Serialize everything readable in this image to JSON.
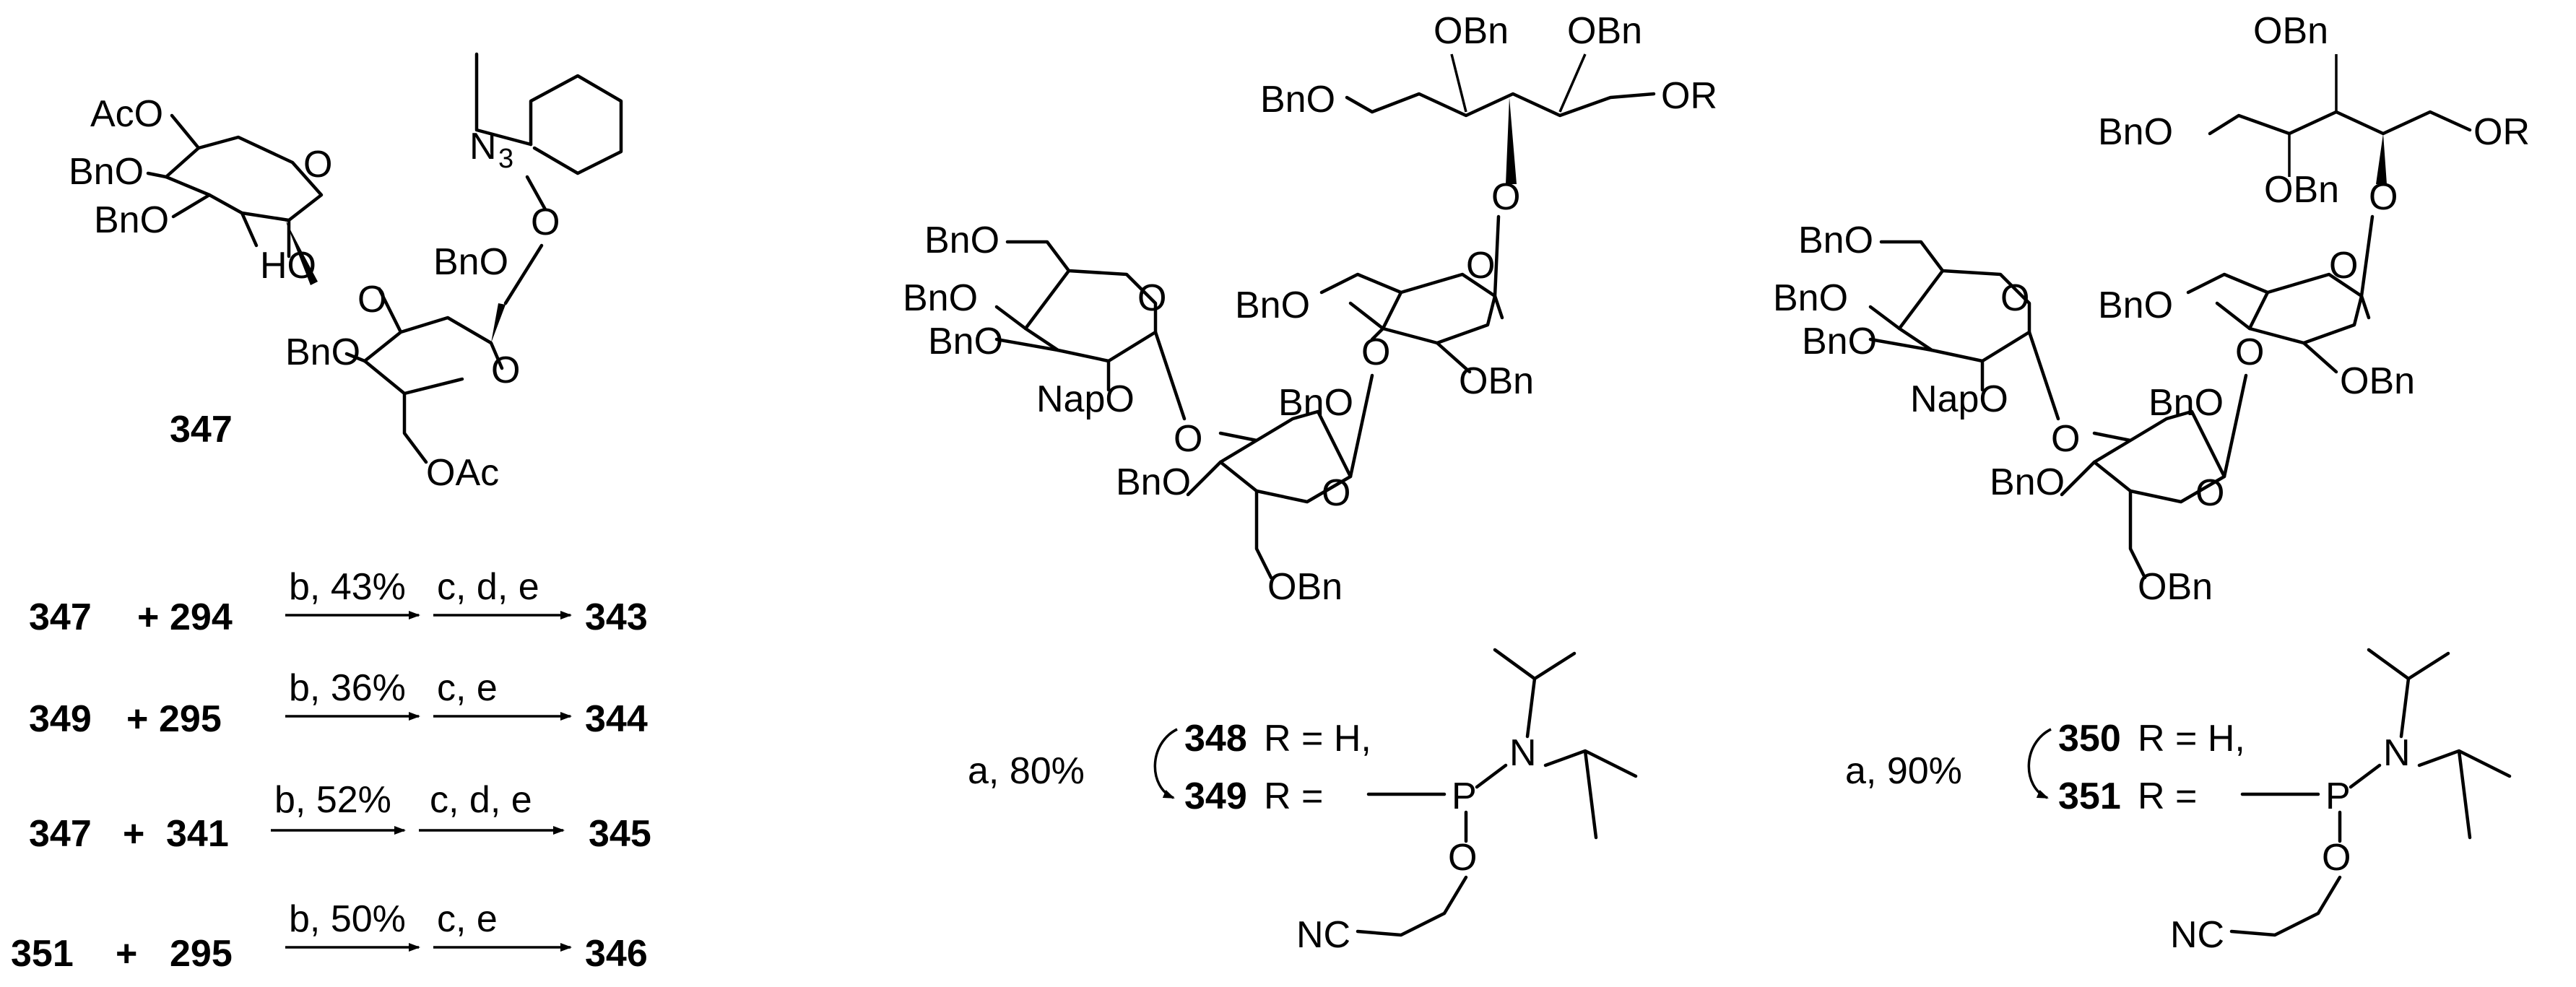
{
  "compounds": {
    "c347": "347",
    "c348": "348",
    "c349": "349",
    "c350": "350",
    "c351": "351"
  },
  "structure_labels": {
    "AcO": "AcO",
    "BnO": "BnO",
    "HO": "HO",
    "NapO": "NapO",
    "OBn": "OBn",
    "OAc": "OAc",
    "OR": "OR",
    "O": "O",
    "N": "N",
    "N3": "N",
    "N3_sub": "3",
    "P": "P",
    "NC": "NC"
  },
  "r_definitions": {
    "r_h": "R = H,",
    "r_eq": "R ="
  },
  "reactions": [
    {
      "reactant1": "347",
      "plus": "+",
      "reactant2": "294",
      "cond1": "b, 43%",
      "cond2": "c, d, e",
      "product": "343"
    },
    {
      "reactant1": "349",
      "plus": "+",
      "reactant2": "295",
      "cond1": "b, 36%",
      "cond2": "c, e",
      "product": "344"
    },
    {
      "reactant1": "347",
      "plus": "+",
      "reactant2": "341",
      "cond1": "b, 52%",
      "cond2": "c, d, e",
      "product": "345"
    },
    {
      "reactant1": "351",
      "plus": "+",
      "reactant2": "295",
      "cond1": "b, 50%",
      "cond2": "c, e",
      "product": "346"
    }
  ],
  "steps": {
    "left": "a, 80%",
    "right": "a, 90%"
  }
}
